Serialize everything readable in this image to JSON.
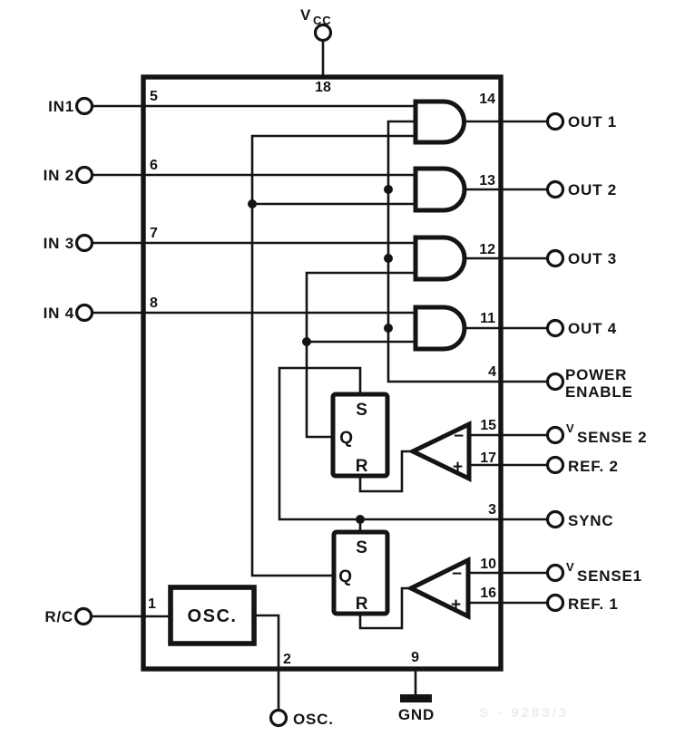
{
  "vcc": {
    "v": "V",
    "sub": "CC",
    "pin": "18"
  },
  "inputs": [
    {
      "label": "IN1",
      "pin": "5"
    },
    {
      "label": "IN 2",
      "pin": "6"
    },
    {
      "label": "IN 3",
      "pin": "7"
    },
    {
      "label": "IN 4",
      "pin": "8"
    }
  ],
  "rc": {
    "label": "R/C",
    "pin": "1"
  },
  "outputs": [
    {
      "label": "OUT 1",
      "pin": "14"
    },
    {
      "label": "OUT 2",
      "pin": "13"
    },
    {
      "label": "OUT 3",
      "pin": "12"
    },
    {
      "label": "OUT 4",
      "pin": "11"
    }
  ],
  "power_enable": {
    "line1": "POWER",
    "line2": "ENABLE",
    "pin": "4"
  },
  "vsense2": {
    "prefix": "V",
    "label": "SENSE 2",
    "pin": "15"
  },
  "ref2": {
    "label": "REF. 2",
    "pin": "17"
  },
  "sync": {
    "label": "SYNC",
    "pin": "3"
  },
  "vsense1": {
    "prefix": "V",
    "label": "SENSE1",
    "pin": "10"
  },
  "ref1": {
    "label": "REF. 1",
    "pin": "16"
  },
  "osc_block": {
    "label": "OSC."
  },
  "osc_pin": {
    "label": "OSC.",
    "pin": "2"
  },
  "gnd": {
    "label": "GND",
    "pin": "9"
  },
  "flipflop": {
    "s": "S",
    "q": "Q",
    "r": "R"
  },
  "comparator": {
    "minus": "−",
    "plus": "+"
  },
  "watermark": "S - 9283/3",
  "colors": {
    "ink": "#141414",
    "paper": "#ffffff",
    "watermark": "#ededed"
  }
}
